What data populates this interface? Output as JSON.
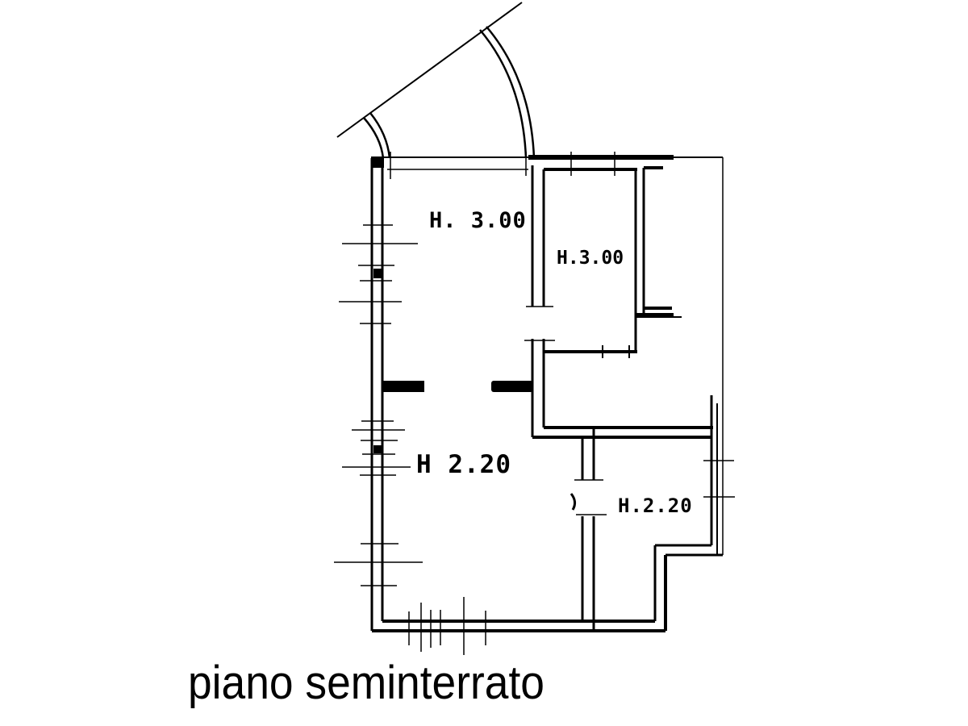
{
  "plan": {
    "caption": "piano seminterrato",
    "rooms": [
      {
        "id": "upper-left-room",
        "height_label": "H. 3.00"
      },
      {
        "id": "upper-middle-room",
        "height_label": "H.3.00"
      },
      {
        "id": "lower-left-room",
        "height_label": "H 2.20"
      },
      {
        "id": "lower-right-room",
        "height_label": "H.2.20"
      }
    ],
    "colors": {
      "ink": "#000000",
      "paper": "#ffffff"
    }
  }
}
